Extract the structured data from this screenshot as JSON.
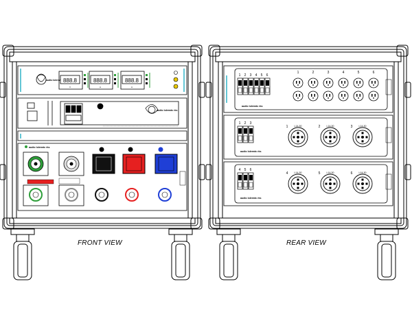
{
  "views": {
    "front_label": "FRONT VIEW",
    "rear_label": "REAR VIEW"
  },
  "brand": {
    "name": "audio lolerwtc rks"
  },
  "front": {
    "meter_readout": "888.8",
    "indicator_colors": {
      "green": "#2e9e3a",
      "red": "#d62020",
      "blue": "#2a4fd6",
      "amber": "#e8c800"
    },
    "meter_units": [
      "V",
      "A",
      "A"
    ]
  },
  "rear": {
    "row1_breakers": [
      "1",
      "2",
      "3",
      "4",
      "5",
      "6"
    ],
    "row1_outlets": [
      "1",
      "2",
      "3",
      "4",
      "5",
      "6"
    ],
    "row2_breakers": [
      "1",
      "2",
      "3"
    ],
    "row2_twistlock": [
      "1",
      "2",
      "3"
    ],
    "row3_breakers": [
      "4",
      "5",
      "6"
    ],
    "row3_twistlock": [
      "4",
      "5",
      "6"
    ],
    "twistlock_rating": "L14-30"
  },
  "colors": {
    "outline": "#000000",
    "panel": "#ffffff",
    "accent_cyan": "#2fb3c7",
    "connector_red": "#e62020",
    "connector_blue": "#1f3fd6",
    "connector_black": "#111111",
    "connector_green": "#2e9e3a"
  }
}
